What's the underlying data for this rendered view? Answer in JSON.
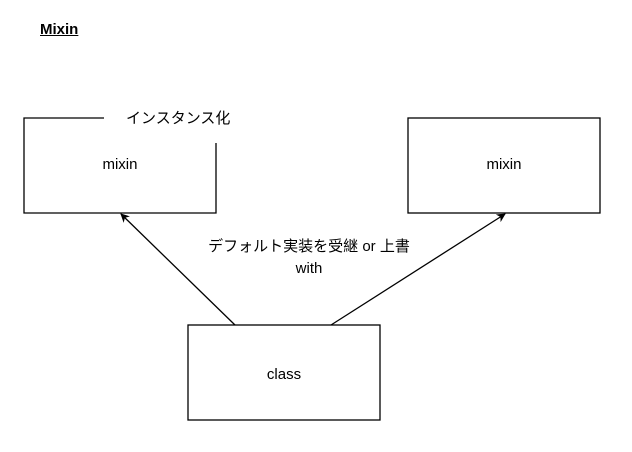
{
  "title": "Mixin",
  "nodes": {
    "mixin_left": "mixin",
    "mixin_right": "mixin",
    "class": "class"
  },
  "labels": {
    "instantiate": "インスタンス化",
    "inherit_line1": "デフォルト実装を受継 or 上書",
    "inherit_line2": "with"
  },
  "colors": {
    "stroke": "#000000",
    "background": "#ffffff"
  }
}
